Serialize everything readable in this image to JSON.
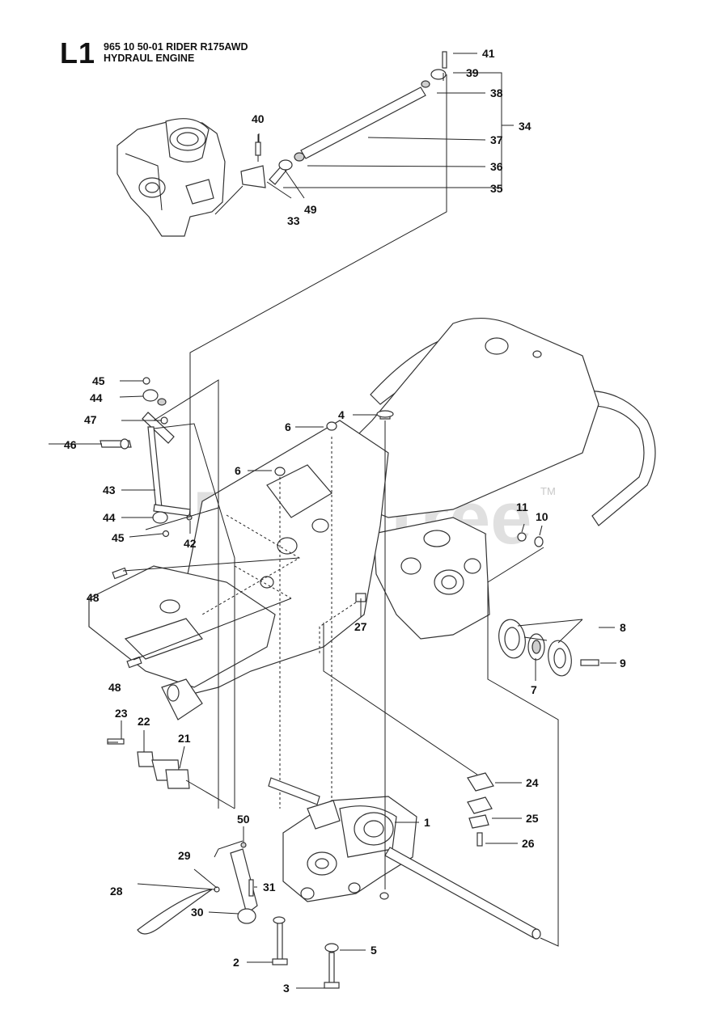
{
  "header": {
    "page_code": "L1",
    "model_line": "965 10 50-01 RIDER R175AWD",
    "section_line": "HYDRAUL ENGINE"
  },
  "watermark": {
    "text": "PartsTree",
    "trademark": "TM"
  },
  "callouts": {
    "c1": "1",
    "c2": "2",
    "c3": "3",
    "c4": "4",
    "c5": "5",
    "c6a": "6",
    "c6b": "6",
    "c7": "7",
    "c8": "8",
    "c9": "9",
    "c10": "10",
    "c11": "11",
    "c21": "21",
    "c22": "22",
    "c23": "23",
    "c24": "24",
    "c25": "25",
    "c26": "26",
    "c27": "27",
    "c28": "28",
    "c29": "29",
    "c30": "30",
    "c31": "31",
    "c33": "33",
    "c34": "34",
    "c35": "35",
    "c36": "36",
    "c37": "37",
    "c38": "38",
    "c39": "39",
    "c40": "40",
    "c41": "41",
    "c42": "42",
    "c43": "43",
    "c44a": "44",
    "c44b": "44",
    "c45a": "45",
    "c45b": "45",
    "c46": "46",
    "c47": "47",
    "c48a": "48",
    "c48b": "48",
    "c49": "49",
    "c50": "50"
  }
}
